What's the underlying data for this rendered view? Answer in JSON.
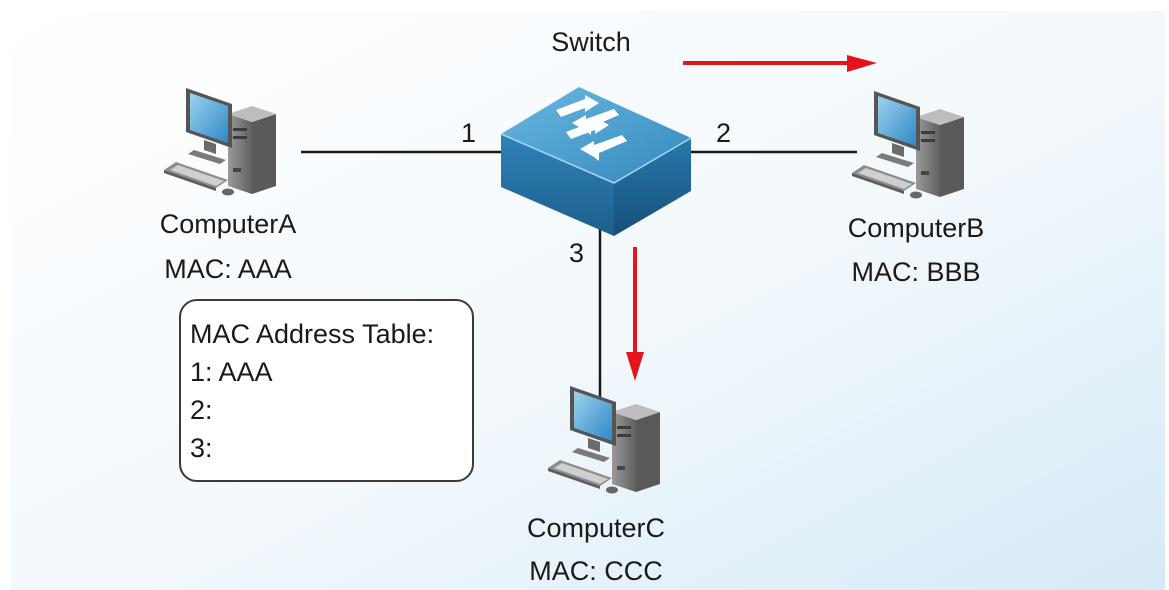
{
  "switch": {
    "label": "Switch",
    "ports": [
      "1",
      "2",
      "3"
    ]
  },
  "computers": [
    {
      "name": "ComputerA",
      "mac": "MAC: AAA"
    },
    {
      "name": "ComputerB",
      "mac": "MAC: BBB"
    },
    {
      "name": "ComputerC",
      "mac": "MAC: CCC"
    }
  ],
  "mac_table": {
    "title": "MAC Address Table:",
    "rows": [
      "1: AAA",
      "2:",
      "3:"
    ]
  },
  "colors": {
    "arrow": "#e3141b",
    "switch": "#3f97c9",
    "link": "#1a1a1a"
  }
}
